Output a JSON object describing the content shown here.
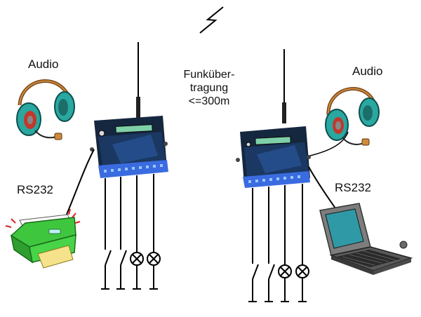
{
  "labels": {
    "audio_left": "Audio",
    "audio_right": "Audio",
    "rs232_left": "RS232",
    "rs232_right": "RS232",
    "radio_line1": "Funküber-",
    "radio_line2": "tragung",
    "radio_line3": "<=300m"
  },
  "colors": {
    "device_body": "#15273f",
    "device_led_strip": "#3a6be0",
    "display": "#7fd0a8",
    "headset_cup": "#2aa7a0",
    "headset_cushion": "#c0392b",
    "printer_body": "#3fc63f",
    "laptop_screen": "#2f9aa6",
    "wire": "#000000"
  },
  "icons": [
    "lightning-icon",
    "antenna-icon",
    "headset-icon",
    "printer-icon",
    "laptop-icon",
    "switch-icon",
    "lamp-icon"
  ]
}
